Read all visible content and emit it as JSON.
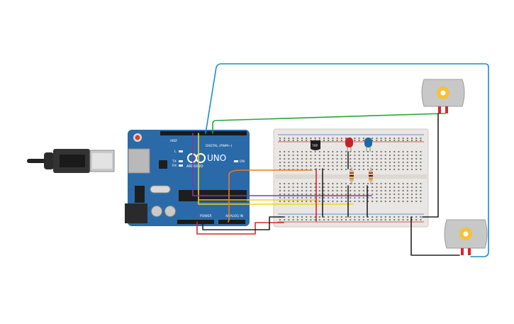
{
  "board": {
    "logo_text": "UNO",
    "brand_text": "ARDUINO",
    "digital_label": "DIGITAL (PWM~)",
    "power_label": "POWER",
    "analog_label": "ANALOG IN",
    "on_label": "ON",
    "l_label": "L",
    "tx_label": "TX",
    "rx_label": "RX",
    "aref_label": "AREF"
  },
  "sensor": {
    "label": "TMP"
  },
  "colors": {
    "board": "#2b6aa8",
    "breadboard": "#e9e7e3",
    "wire_blue": "#1b8ec7",
    "wire_green": "#27a535",
    "wire_yellow": "#f4d21f",
    "wire_purple": "#7e3aa8",
    "wire_orange": "#ee7a1c",
    "wire_red": "#d8262c",
    "wire_black": "#222222",
    "led_red": "#c8202a",
    "led_blue": "#1e6aa0",
    "motor_gear": "#f3c338"
  }
}
